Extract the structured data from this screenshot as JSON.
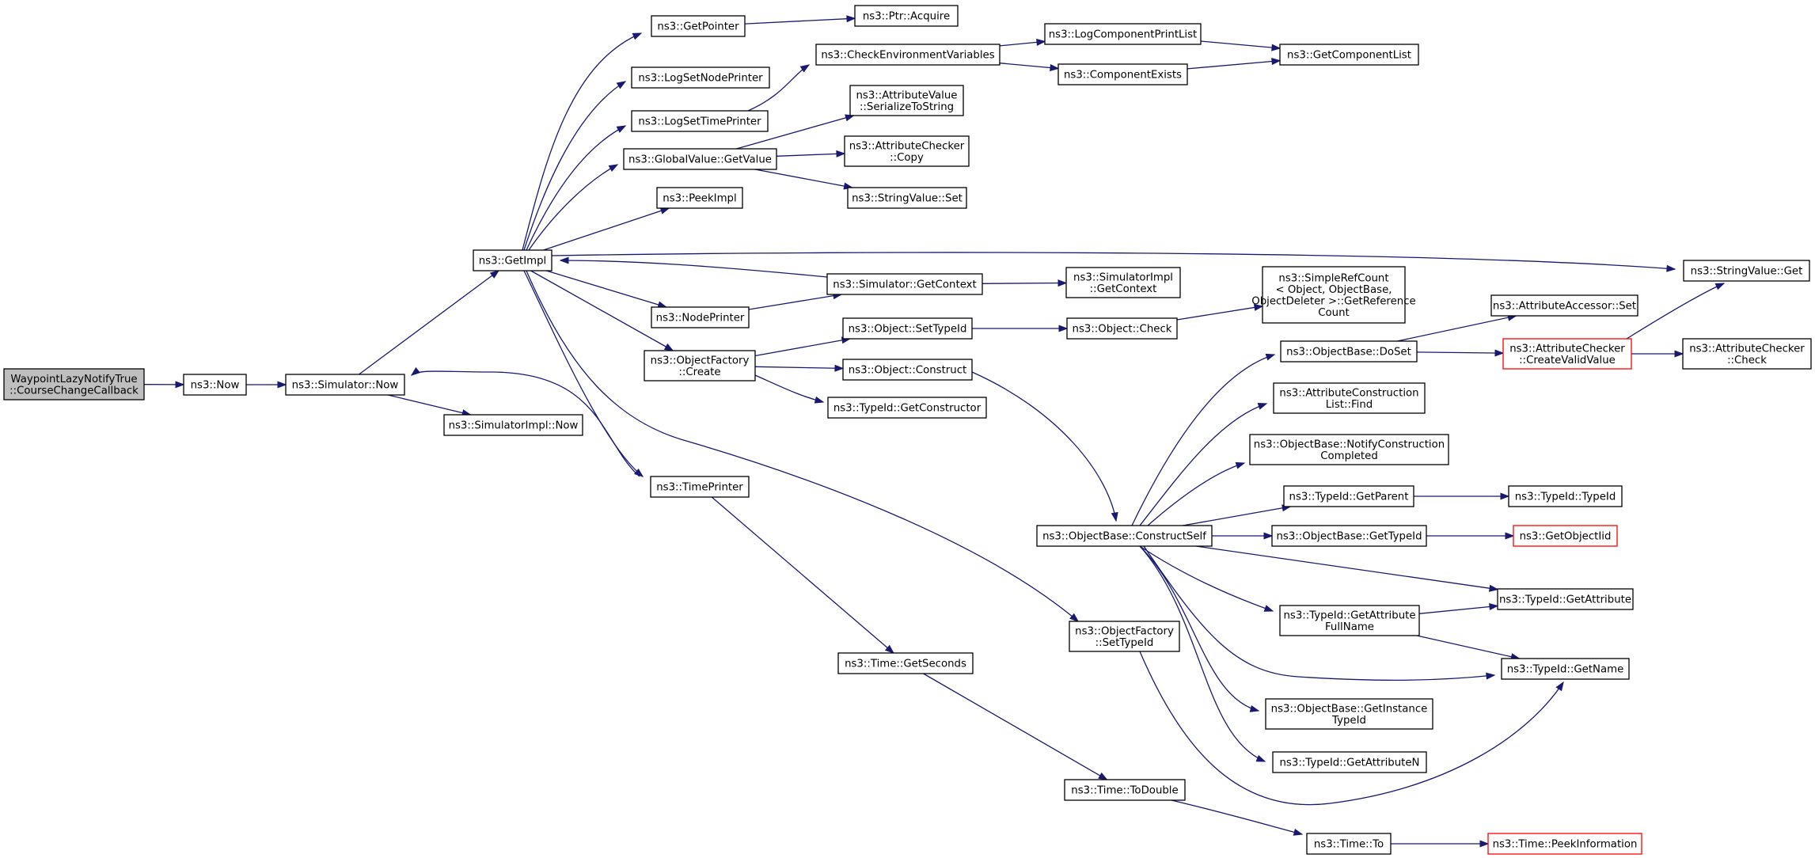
{
  "colors": {
    "edge": "#191970",
    "node_border": "#000000",
    "truncated_border": "#ff0000",
    "root_fill": "#bfbfbf",
    "node_fill": "#ffffff"
  },
  "nodes": {
    "root": [
      "WaypointLazyNotifyTrue",
      "::CourseChangeCallback"
    ],
    "now": [
      "ns3::Now"
    ],
    "sim_now": [
      "ns3::Simulator::Now"
    ],
    "simimpl_now": [
      "ns3::SimulatorImpl::Now"
    ],
    "getimpl": [
      "ns3::GetImpl"
    ],
    "getpointer": [
      "ns3::GetPointer"
    ],
    "ptr_acquire": [
      "ns3::Ptr::Acquire"
    ],
    "lognodeprinter": [
      "ns3::LogSetNodePrinter"
    ],
    "logtimeprinter": [
      "ns3::LogSetTimePrinter"
    ],
    "checkenv": [
      "ns3::CheckEnvironmentVariables"
    ],
    "logcompprint": [
      "ns3::LogComponentPrintList"
    ],
    "compexists": [
      "ns3::ComponentExists"
    ],
    "getcomplist": [
      "ns3::GetComponentList"
    ],
    "gv_getvalue": [
      "ns3::GlobalValue::GetValue"
    ],
    "av_serialize": [
      "ns3::AttributeValue",
      "::SerializeToString"
    ],
    "ac_copy": [
      "ns3::AttributeChecker",
      "::Copy"
    ],
    "sv_set": [
      "ns3::StringValue::Set"
    ],
    "peekimpl": [
      "ns3::PeekImpl"
    ],
    "sv_get": [
      "ns3::StringValue::Get"
    ],
    "sim_getcontext": [
      "ns3::Simulator::GetContext"
    ],
    "simimpl_getcontext": [
      "ns3::SimulatorImpl",
      "::GetContext"
    ],
    "nodeprinter": [
      "ns3::NodePrinter"
    ],
    "simplerefcount": [
      "ns3::SimpleRefCount",
      "< Object, ObjectBase,",
      "ObjectDeleter >::GetReference",
      "Count"
    ],
    "of_create": [
      "ns3::ObjectFactory",
      "::Create"
    ],
    "obj_settypeid": [
      "ns3::Object::SetTypeId"
    ],
    "obj_check": [
      "ns3::Object::Check"
    ],
    "obj_construct": [
      "ns3::Object::Construct"
    ],
    "typeid_getconstructor": [
      "ns3::TypeId::GetConstructor"
    ],
    "timeprinter": [
      "ns3::TimePrinter"
    ],
    "attr_accessor_set": [
      "ns3::AttributeAccessor::Set"
    ],
    "ob_doset": [
      "ns3::ObjectBase::DoSet"
    ],
    "ac_createvalid": [
      "ns3::AttributeChecker",
      "::CreateValidValue"
    ],
    "ac_check": [
      "ns3::AttributeChecker",
      "::Check"
    ],
    "acl_find": [
      "ns3::AttributeConstruction",
      "List::Find"
    ],
    "ob_notify": [
      "ns3::ObjectBase::NotifyConstruction",
      "Completed"
    ],
    "typeid_getparent": [
      "ns3::TypeId::GetParent"
    ],
    "typeid_typeid": [
      "ns3::TypeId::TypeId"
    ],
    "ob_constructself": [
      "ns3::ObjectBase::ConstructSelf"
    ],
    "ob_gettypeid": [
      "ns3::ObjectBase::GetTypeId"
    ],
    "getobjectiid": [
      "ns3::GetObjectIid"
    ],
    "typeid_getattribute": [
      "ns3::TypeId::GetAttribute"
    ],
    "typeid_getattrfullname": [
      "ns3::TypeId::GetAttribute",
      "FullName"
    ],
    "of_settypeid": [
      "ns3::ObjectFactory",
      "::SetTypeId"
    ],
    "typeid_getname": [
      "ns3::TypeId::GetName"
    ],
    "time_getseconds": [
      "ns3::Time::GetSeconds"
    ],
    "ob_getinstancetypeid": [
      "ns3::ObjectBase::GetInstance",
      "TypeId"
    ],
    "typeid_getattributen": [
      "ns3::TypeId::GetAttributeN"
    ],
    "time_todouble": [
      "ns3::Time::ToDouble"
    ],
    "time_to": [
      "ns3::Time::To"
    ],
    "time_peekinfo": [
      "ns3::Time::PeekInformation"
    ]
  }
}
